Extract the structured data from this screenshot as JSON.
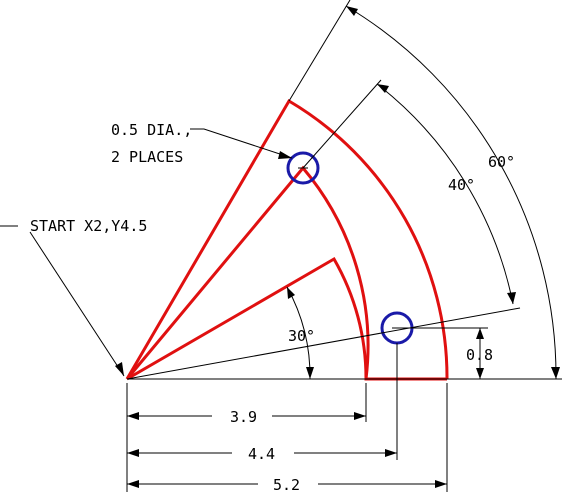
{
  "labels": {
    "hole_note_line1": "0.5 DIA.,",
    "hole_note_line2": "2 PLACES",
    "start_note": "START X2,Y4.5",
    "angle_30": "30°",
    "angle_40": "40°",
    "angle_60": "60°",
    "dim_vertical": "0.8",
    "dim_h1": "3.9",
    "dim_h2": "4.4",
    "dim_h3": "5.2"
  },
  "colors": {
    "part_outline": "#e01010",
    "holes": "#1a1aa8",
    "dimensions": "#000000",
    "background": "#ffffff"
  }
}
